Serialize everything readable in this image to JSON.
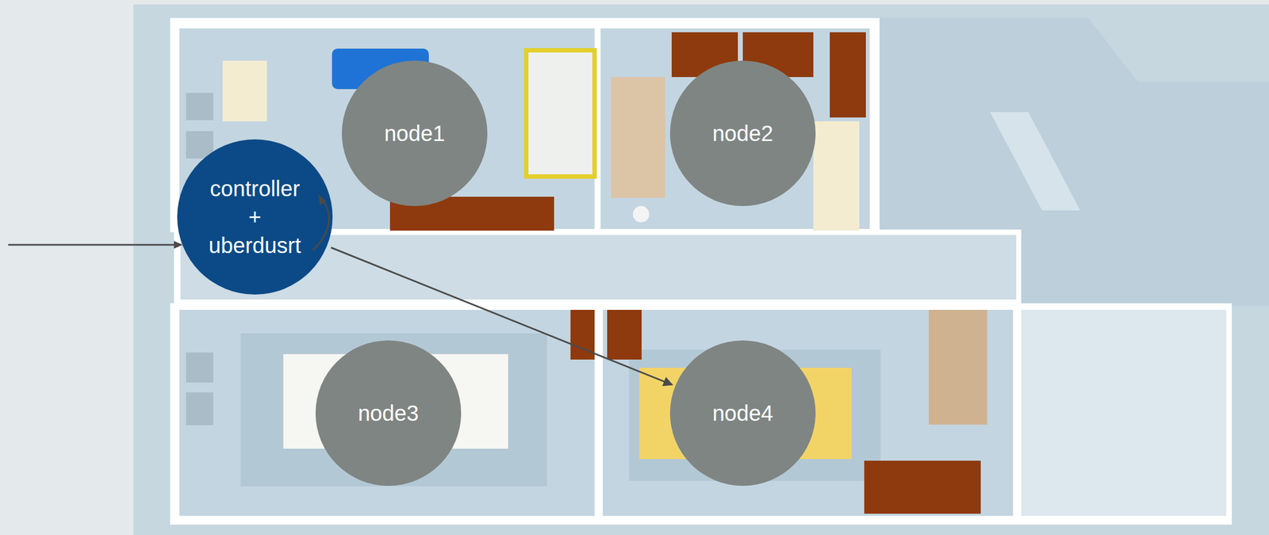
{
  "diagram": {
    "nodes": [
      {
        "text": [
          "node1"
        ]
      },
      {
        "text": [
          "node2"
        ]
      },
      {
        "text": [
          "controller + uberdusrt"
        ]
      },
      {
        "text": [
          "node3"
        ]
      },
      {
        "text": [
          "node4"
        ]
      }
    ],
    "edges": [
      {
        "from": 2,
        "to": 4,
        "arrow": "to"
      }
    ]
  }
}
